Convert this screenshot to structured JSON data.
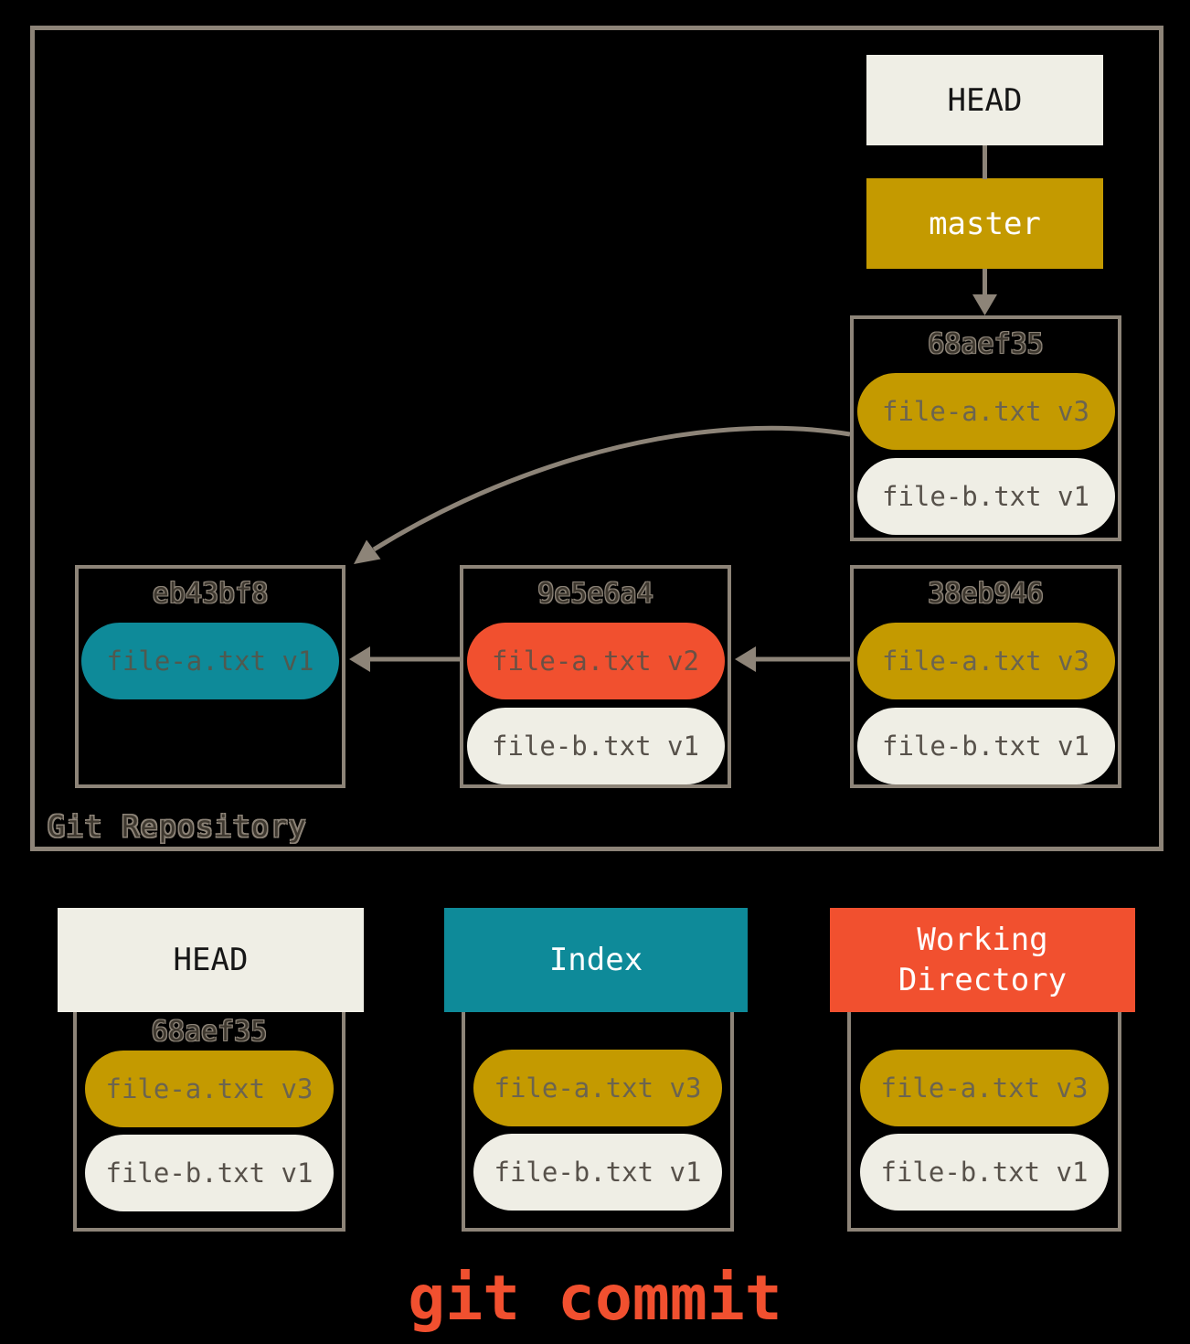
{
  "diagram": {
    "caption": "git commit",
    "repository": {
      "label": "Git Repository",
      "head_label": "HEAD",
      "branch_label": "master",
      "commits": [
        {
          "id": "68aef35",
          "files": [
            {
              "label": "file-a.txt v3",
              "color": "gold"
            },
            {
              "label": "file-b.txt v1",
              "color": "offwhite"
            }
          ]
        },
        {
          "id": "eb43bf8",
          "files": [
            {
              "label": "file-a.txt v1",
              "color": "teal"
            }
          ]
        },
        {
          "id": "9e5e6a4",
          "files": [
            {
              "label": "file-a.txt v2",
              "color": "red"
            },
            {
              "label": "file-b.txt v1",
              "color": "offwhite"
            }
          ]
        },
        {
          "id": "38eb946",
          "files": [
            {
              "label": "file-a.txt v3",
              "color": "gold"
            },
            {
              "label": "file-b.txt v1",
              "color": "offwhite"
            }
          ]
        }
      ]
    },
    "areas": [
      {
        "title": "HEAD",
        "style": "offwhite",
        "commit_id": "68aef35",
        "files": [
          {
            "label": "file-a.txt v3",
            "color": "gold"
          },
          {
            "label": "file-b.txt v1",
            "color": "offwhite"
          }
        ]
      },
      {
        "title": "Index",
        "style": "teal",
        "files": [
          {
            "label": "file-a.txt v3",
            "color": "gold"
          },
          {
            "label": "file-b.txt v1",
            "color": "offwhite"
          }
        ]
      },
      {
        "title": "Working Directory",
        "style": "red",
        "files": [
          {
            "label": "file-a.txt v3",
            "color": "gold"
          },
          {
            "label": "file-b.txt v1",
            "color": "offwhite"
          }
        ]
      }
    ],
    "colors": {
      "background": "#000000",
      "gold": "#C49A00",
      "teal": "#0E8A99",
      "red": "#F1502F",
      "offwhite": "#EFEEE5",
      "line_gray": "#8D8478",
      "pill_text": "#5C564D"
    }
  }
}
